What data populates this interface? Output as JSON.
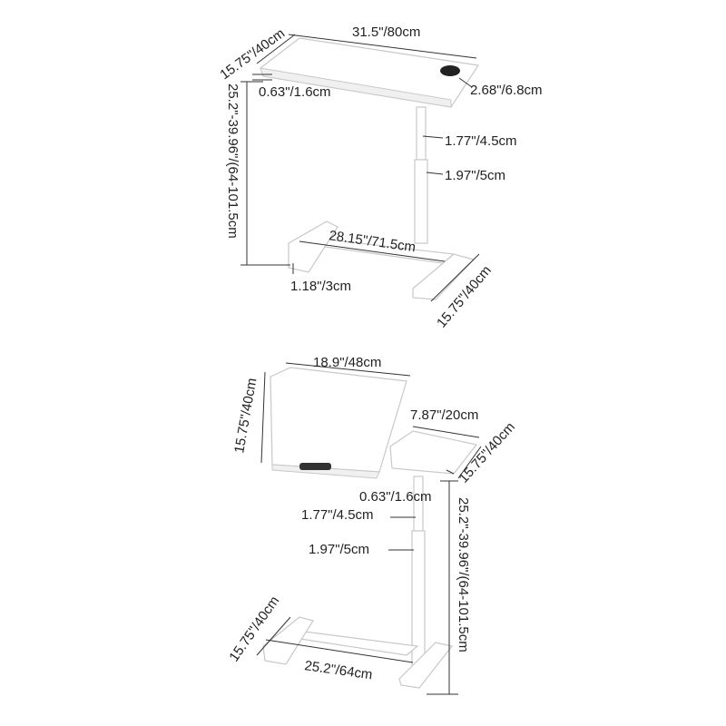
{
  "top_view": {
    "title": "Single-top configuration",
    "labels": {
      "top_depth": "15.75\"/40cm",
      "top_width": "31.5\"/80cm",
      "grommet": "2.68\"/6.8cm",
      "top_thickness": "0.63\"/1.6cm",
      "height_range": "25.2\"-39.96\"/(64-101.5cm",
      "upper_column": "1.77\"/4.5cm",
      "lower_column": "1.97\"/5cm",
      "base_length": "28.15\"/71.5cm",
      "foot_height": "1.18\"/3cm",
      "base_depth": "15.75\"/40cm"
    }
  },
  "bottom_view": {
    "title": "Split tilting-top configuration",
    "labels": {
      "main_top_width": "18.9\"/48cm",
      "main_top_depth": "15.75\"/40cm",
      "side_top_width": "7.87\"/20cm",
      "side_top_depth": "15.75\"/40cm",
      "top_thickness": "0.63\"/1.6cm",
      "upper_column": "1.77\"/4.5cm",
      "lower_column": "1.97\"/5cm",
      "height_range": "25.2\"-39.96\"/(64-101.5cm",
      "base_depth": "15.75\"/40cm",
      "base_length": "25.2\"/64cm"
    }
  }
}
